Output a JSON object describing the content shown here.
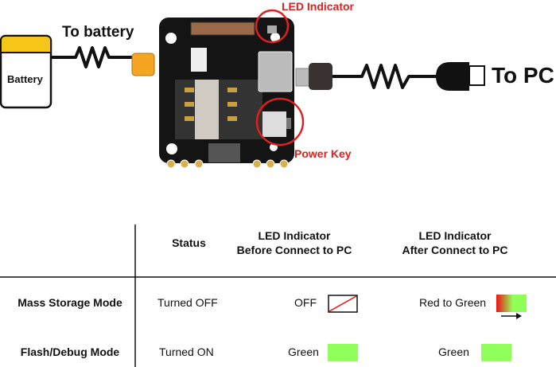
{
  "diagram": {
    "battery_label": "Battery",
    "to_battery_label": "To battery",
    "to_pc_label": "To PC",
    "led_indicator_callout": "LED Indicator",
    "power_key_callout": "Power Key",
    "callout_color": "#e02020"
  },
  "table": {
    "headers": {
      "status": "Status",
      "led_before_line1": "LED Indicator",
      "led_before_line2": "Before Connect to PC",
      "led_after_line1": "LED Indicator",
      "led_after_line2": "After Connect to PC"
    },
    "rows": [
      {
        "mode": "Mass Storage Mode",
        "status": "Turned OFF",
        "before": "OFF",
        "after": "Red to Green"
      },
      {
        "mode": "Flash/Debug Mode",
        "status": "Turned ON",
        "before": "Green",
        "after": "Green"
      }
    ],
    "colors": {
      "green": "#91ff5a",
      "red": "#ee1111"
    }
  }
}
